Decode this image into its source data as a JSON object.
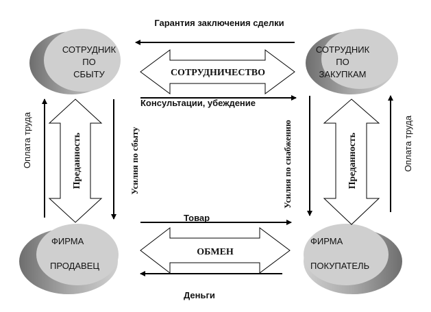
{
  "nodes": {
    "sales_employee": [
      "СОТРУДНИК",
      "ПО",
      "СБЫТУ"
    ],
    "purchase_employee": [
      "СОТРУДНИК",
      "ПО",
      "ЗАКУПКАМ"
    ],
    "seller_firm": [
      "ФИРМА",
      "ПРОДАВЕЦ"
    ],
    "buyer_firm": [
      "ФИРМА",
      "ПОКУПАТЕЛЬ"
    ]
  },
  "top": {
    "guarantee": "Гарантия заключения сделки",
    "cooperation": "СОТРУДНИЧЕСТВО",
    "consulting": "Консультации, убеждение"
  },
  "bottom": {
    "goods": "Товар",
    "exchange": "ОБМЕН",
    "money": "Деньги"
  },
  "left": {
    "pay": "Оплата труда",
    "loyalty": "Преданность",
    "effort": "Усилия по сбыту"
  },
  "right": {
    "effort": "Усилия по снабжению",
    "loyalty": "Преданность",
    "pay": "Оплата труда"
  },
  "colors": {
    "ellipse_face": "#cfcfcf",
    "ellipse_side": "#8a8a8a"
  }
}
